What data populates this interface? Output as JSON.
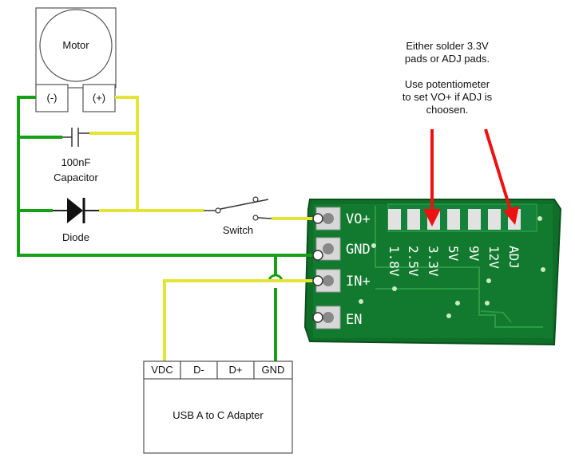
{
  "motor": {
    "label": "Motor",
    "neg_terminal": "(-)",
    "pos_terminal": "(+)"
  },
  "capacitor": {
    "value": "100nF",
    "name": "Capacitor"
  },
  "diode": {
    "label": "Diode"
  },
  "switch": {
    "label": "Switch"
  },
  "note": {
    "line1": "Either solder 3.3V",
    "line2": "pads or ADJ pads.",
    "line3": "Use potentiometer",
    "line4": "to set VO+ if ADJ is",
    "line5": "choosen."
  },
  "board": {
    "pins": [
      "VO+",
      "GND",
      "IN+",
      "EN"
    ],
    "voltage_pads": [
      "1.8V",
      "2.5V",
      "3.3V",
      "5V",
      "9V",
      "12V",
      "ADJ"
    ]
  },
  "usb_adapter": {
    "label": "USB A to C Adapter",
    "pins": [
      "VDC",
      "D-",
      "D+",
      "GND"
    ]
  },
  "colors": {
    "ground_wire": "#16a016",
    "positive_wire": "#e4e436",
    "pcb": "#0f6e28",
    "arrow": "#ee1111"
  }
}
